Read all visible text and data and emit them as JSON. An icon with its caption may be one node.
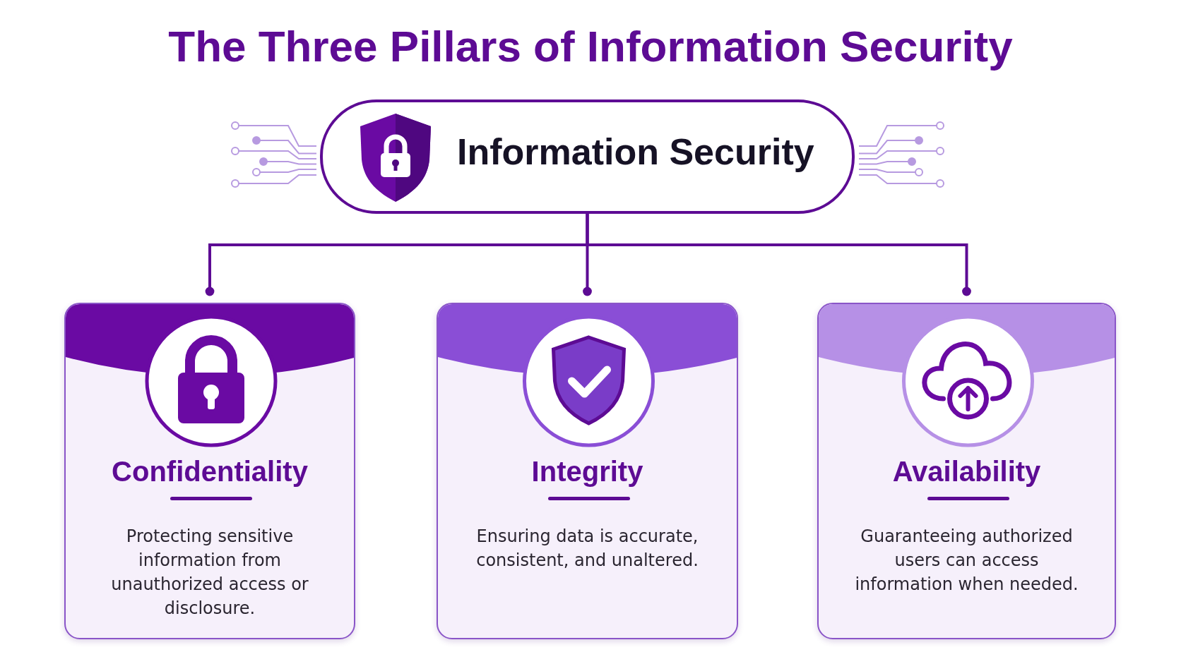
{
  "diagram": {
    "title": "The Three Pillars of Information Security",
    "nodes": [
      {
        "text": [
          "Information Security"
        ]
      },
      {
        "text": [
          "Confidentiality",
          "Protecting sensitive information from unauthorized access or disclosure."
        ]
      },
      {
        "text": [
          "Integrity",
          "Ensuring data is accurate, consistent, and unaltered."
        ]
      },
      {
        "text": [
          "Availability",
          "Guaranteeing authorized users can access information when needed."
        ]
      }
    ],
    "edges": [
      {
        "from": 0,
        "to": 1,
        "arrow": "other"
      },
      {
        "from": 0,
        "to": 2,
        "arrow": "other"
      },
      {
        "from": 0,
        "to": 3,
        "arrow": "other"
      }
    ]
  }
}
